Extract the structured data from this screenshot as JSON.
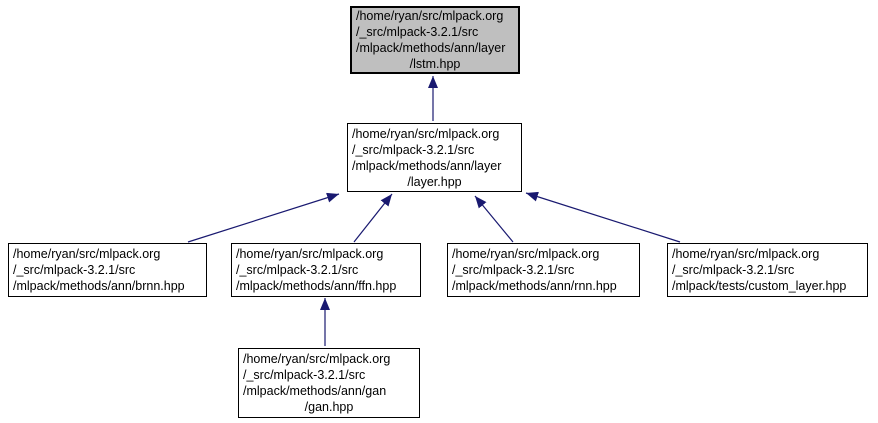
{
  "diagram": {
    "type": "include-dependency-graph",
    "colors": {
      "edge": "#191970",
      "node_fill": "#ffffff",
      "highlight_fill": "#bfbfbf",
      "node_border": "#000000",
      "text": "#000000"
    },
    "nodes": {
      "lstm": {
        "highlighted": true,
        "lines": {
          "0": "/home/ryan/src/mlpack.org",
          "1": "/_src/mlpack-3.2.1/src",
          "2": "/mlpack/methods/ann/layer",
          "3": "/lstm.hpp"
        }
      },
      "layer": {
        "highlighted": false,
        "lines": {
          "0": "/home/ryan/src/mlpack.org",
          "1": "/_src/mlpack-3.2.1/src",
          "2": "/mlpack/methods/ann/layer",
          "3": "/layer.hpp"
        }
      },
      "brnn": {
        "highlighted": false,
        "lines": {
          "0": "/home/ryan/src/mlpack.org",
          "1": "/_src/mlpack-3.2.1/src",
          "2": "/mlpack/methods/ann/brnn.hpp"
        }
      },
      "ffn": {
        "highlighted": false,
        "lines": {
          "0": "/home/ryan/src/mlpack.org",
          "1": "/_src/mlpack-3.2.1/src",
          "2": "/mlpack/methods/ann/ffn.hpp"
        }
      },
      "rnn": {
        "highlighted": false,
        "lines": {
          "0": "/home/ryan/src/mlpack.org",
          "1": "/_src/mlpack-3.2.1/src",
          "2": "/mlpack/methods/ann/rnn.hpp"
        }
      },
      "custom_layer": {
        "highlighted": false,
        "lines": {
          "0": "/home/ryan/src/mlpack.org",
          "1": "/_src/mlpack-3.2.1/src",
          "2": "/mlpack/tests/custom_layer.hpp"
        }
      },
      "gan": {
        "highlighted": false,
        "lines": {
          "0": "/home/ryan/src/mlpack.org",
          "1": "/_src/mlpack-3.2.1/src",
          "2": "/mlpack/methods/ann/gan",
          "3": "/gan.hpp"
        }
      }
    },
    "edges": [
      {
        "from": "layer",
        "to": "lstm"
      },
      {
        "from": "brnn",
        "to": "layer"
      },
      {
        "from": "ffn",
        "to": "layer"
      },
      {
        "from": "rnn",
        "to": "layer"
      },
      {
        "from": "custom_layer",
        "to": "layer"
      },
      {
        "from": "gan",
        "to": "ffn"
      }
    ]
  }
}
